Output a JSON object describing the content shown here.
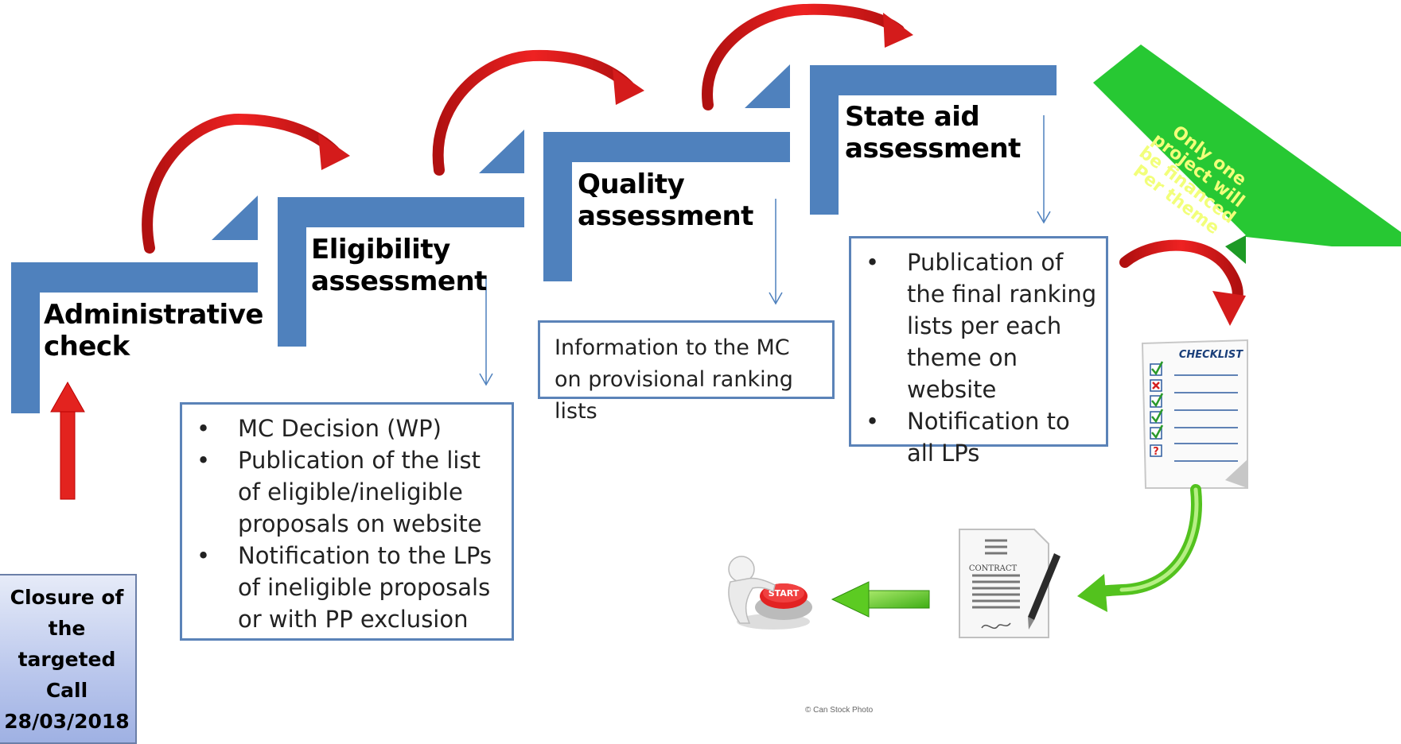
{
  "steps": [
    {
      "title_line1": "Administrative",
      "title_line2": "check"
    },
    {
      "title_line1": "Eligibility",
      "title_line2": "assessment"
    },
    {
      "title_line1": "Quality",
      "title_line2": "assessment"
    },
    {
      "title_line1": "State aid",
      "title_line2": "assessment"
    }
  ],
  "closure": {
    "line1": "Closure of",
    "line2": "the",
    "line3": "targeted",
    "line4": "Call",
    "line5": "28/03/2018"
  },
  "eligibility_box": {
    "items": [
      "MC Decision (WP)",
      "Publication of the list of eligible/ineligible proposals on website",
      "Notification to the LPs of ineligible proposals or with PP exclusion"
    ]
  },
  "quality_box": {
    "text": "Information to the MC on provisional ranking lists"
  },
  "state_aid_box": {
    "items": [
      "Publication of the final ranking lists per each theme on website",
      "Notification to all LPs"
    ]
  },
  "banner": {
    "line1": "Only one",
    "line2": "project will",
    "line3": "be financed",
    "line4": "Per theme"
  },
  "checklist": {
    "title": "CHECKLIST"
  },
  "contract": {
    "label": "CONTRACT"
  },
  "start_button": {
    "label": "START"
  },
  "photo_credit": "© Can Stock Photo",
  "colors": {
    "step_blue": "#4f81bd",
    "arrow_red": "#e01f1f",
    "arrow_green": "#53c21e",
    "banner_green": "#22c82e",
    "box_border": "#5b83b8"
  }
}
